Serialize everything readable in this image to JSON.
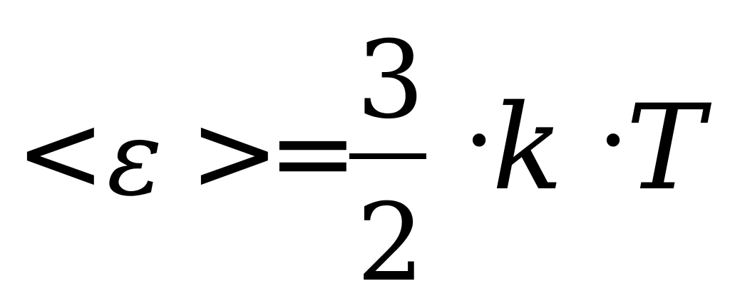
{
  "formula": {
    "lt": "<",
    "epsilon": "ε",
    "gt": ">",
    "eq": "=",
    "numerator": "3",
    "denominator": "2",
    "dot1": "·",
    "k": "k",
    "dot2": "·",
    "T": "T"
  }
}
